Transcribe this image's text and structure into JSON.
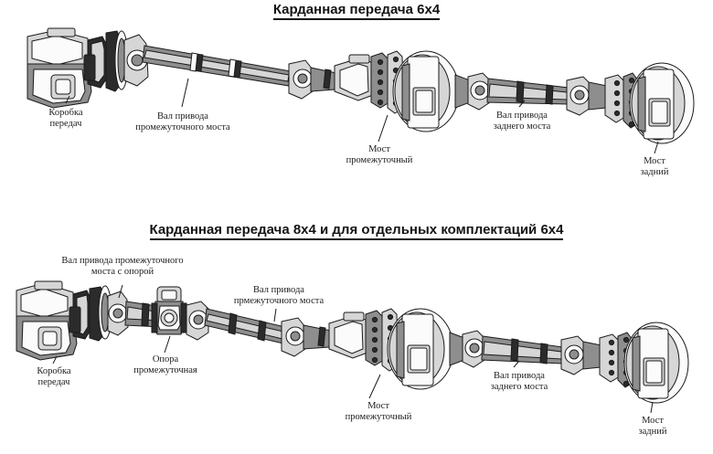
{
  "document": {
    "language": "ru",
    "kind": "technical-diagram",
    "subject": "Карданная передача"
  },
  "panels": [
    {
      "id": "panel-6x4",
      "title": "Карданная передача 6х4",
      "labels": [
        {
          "name": "gearbox",
          "lines": [
            "Коробка",
            "передач"
          ]
        },
        {
          "name": "interm-drive-shaft",
          "lines": [
            "Вал привода",
            "промежуточного моста"
          ]
        },
        {
          "name": "interm-axle",
          "lines": [
            "Мост",
            "промежуточный"
          ]
        },
        {
          "name": "rear-drive-shaft",
          "lines": [
            "Вал привода",
            "заднего моста"
          ]
        },
        {
          "name": "rear-axle",
          "lines": [
            "Мост",
            "задний"
          ]
        }
      ]
    },
    {
      "id": "panel-8x4",
      "title": "Карданная передача  8х4 и для отдельных комплектаций 6х4",
      "labels": [
        {
          "name": "interm-shaft-with-support",
          "lines": [
            "Вал привода промежуточного",
            "моста с опорой"
          ]
        },
        {
          "name": "interm-drive-shaft",
          "lines": [
            "Вал привода",
            "прмежуточного моста"
          ]
        },
        {
          "name": "gearbox",
          "lines": [
            "Коробка",
            "передач"
          ]
        },
        {
          "name": "interm-support",
          "lines": [
            "Опора",
            "промежуточная"
          ]
        },
        {
          "name": "interm-axle",
          "lines": [
            "Мост",
            "промежуточный"
          ]
        },
        {
          "name": "rear-drive-shaft",
          "lines": [
            "Вал привода",
            "заднего моста"
          ]
        },
        {
          "name": "rear-axle",
          "lines": [
            "Мост",
            "задний"
          ]
        }
      ]
    }
  ],
  "colors": {
    "ink": "#1b1b1b",
    "paper": "#ffffff",
    "shade_dark": "#2b2b2b",
    "shade_mid": "#8e8e8e",
    "shade_light": "#d6d6d6"
  }
}
